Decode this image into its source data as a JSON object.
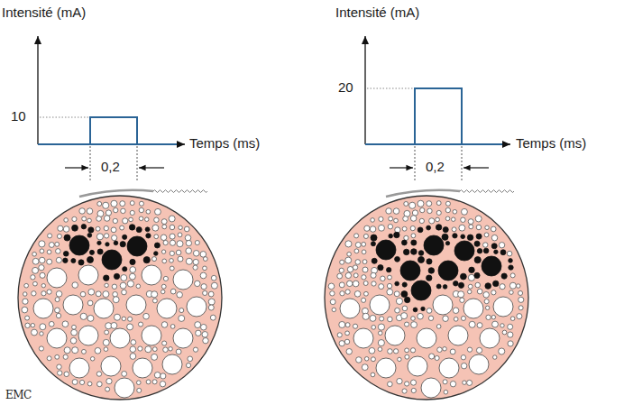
{
  "diagram": {
    "labels": [
      "Intensité (mA)",
      "10",
      "Temps (ms)",
      "0,2",
      "Intensité (mA)",
      "20",
      "Temps (ms)",
      "0,2",
      "EMC"
    ]
  }
}
